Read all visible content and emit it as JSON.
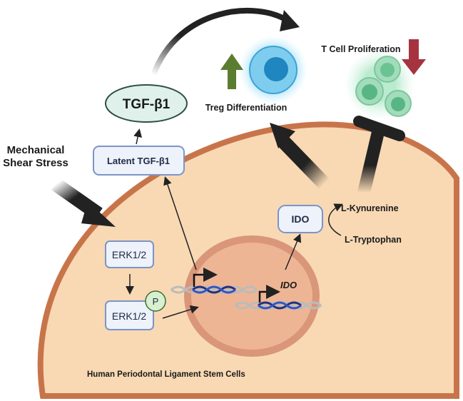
{
  "stimulus": {
    "line1": "Mechanical",
    "line2": "Shear Stress"
  },
  "cell": {
    "label": "Human Periodontal Ligament Stem Cells"
  },
  "signaling": {
    "erk_top": "ERK1/2",
    "erk_bottom": "ERK1/2",
    "phospho": "P"
  },
  "latent": {
    "label": "Latent TGF-β1"
  },
  "tgf": {
    "label": "TGF-β1"
  },
  "ido": {
    "protein": "IDO",
    "gene": "IDO"
  },
  "metabolites": {
    "product": "L-Kynurenine",
    "substrate": "L-Tryptophan"
  },
  "treg": {
    "label": "Treg Differentiation",
    "trend": "up"
  },
  "tcell": {
    "label": "T Cell Proliferation",
    "trend": "down"
  },
  "colors": {
    "cell_fill": "#f8d9b4",
    "cell_border": "#c8744a",
    "nucleus": "#e7a988",
    "box_fill": "#edf2fb",
    "box_border": "#7d94c7",
    "tgf_fill": "#dff1ea",
    "up_arrow": "#5b7d2f",
    "down_arrow": "#a63340",
    "treg_blue": "#2f93c9",
    "tcell_green": "#5fbf8a"
  }
}
